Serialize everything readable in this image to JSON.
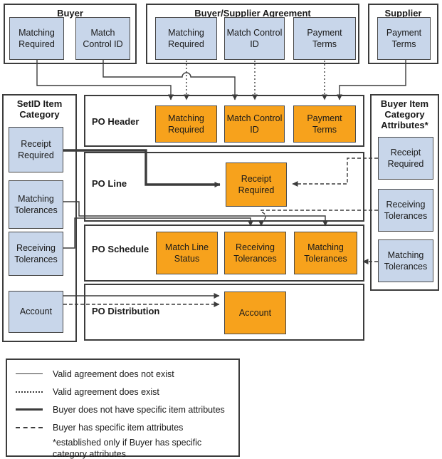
{
  "groups": {
    "buyer": {
      "title": "Buyer",
      "items": [
        "Matching Required",
        "Match Control ID"
      ]
    },
    "buyer_supplier_agreement": {
      "title": "Buyer/Supplier Agreement",
      "items": [
        "Matching Required",
        "Match Control ID",
        "Payment Terms"
      ]
    },
    "supplier": {
      "title": "Supplier",
      "items": [
        "Payment Terms"
      ]
    },
    "setid_item_category": {
      "title": "SetID Item Category",
      "items": [
        "Receipt Required",
        "Matching Tolerances",
        "Receiving Tolerances",
        "Account"
      ]
    },
    "buyer_item_category": {
      "title": "Buyer Item Category Attributes*",
      "items": [
        "Receipt Required",
        "Receiving Tolerances",
        "Matching Tolerances"
      ]
    }
  },
  "po_rows": [
    {
      "label": "PO Header",
      "boxes": [
        "Matching Required",
        "Match Control ID",
        "Payment Terms"
      ]
    },
    {
      "label": "PO Line",
      "boxes": [
        "Receipt Required"
      ]
    },
    {
      "label": "PO Schedule",
      "boxes": [
        "Match Line Status",
        "Receiving Tolerances",
        "Matching Tolerances"
      ]
    },
    {
      "label": "PO Distribution",
      "boxes": [
        "Account"
      ]
    }
  ],
  "legend": {
    "items": [
      {
        "line_style": "thin-solid",
        "label": "Valid agreement does not exist"
      },
      {
        "line_style": "dotted",
        "label": "Valid agreement does exist"
      },
      {
        "line_style": "thick-solid",
        "label": "Buyer does not have specific item attributes"
      },
      {
        "line_style": "dashed",
        "label": "Buyer has specific item attributes"
      }
    ],
    "note": "*established only if Buyer has specific category attributes"
  },
  "colors": {
    "node_blue": "#c8d6ea",
    "node_orange": "#f7a21c",
    "line": "#3c3c3c",
    "background": "#ffffff"
  }
}
